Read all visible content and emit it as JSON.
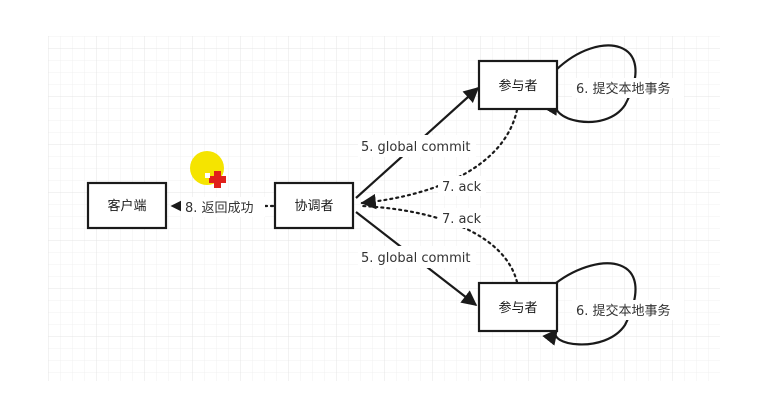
{
  "nodes": {
    "client": "客户端",
    "coordinator": "协调者",
    "participant_top": "参与者",
    "participant_bottom": "参与者"
  },
  "edges": {
    "commit_top": "5. global  commit",
    "commit_bottom": "5. global  commit",
    "ack_top": "7. ack",
    "ack_bottom": "7. ack",
    "local_tx_top": "6. 提交本地事务",
    "local_tx_bottom": "6. 提交本地事务",
    "return_success": "8. 返回成功"
  },
  "colors": {
    "cursor_highlight": "#f5e400",
    "cursor_cross": "#e0201b",
    "grid": "#ebebeb"
  },
  "icons": {
    "cursor": "cursor-highlight-icon"
  }
}
